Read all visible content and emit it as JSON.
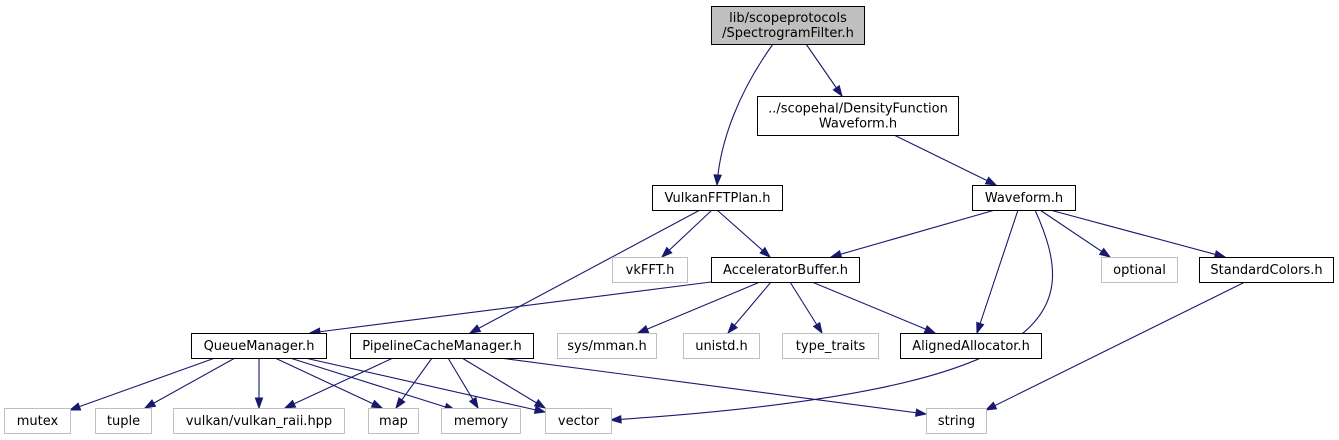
{
  "colors": {
    "edge": "#191970",
    "root_fill": "#bfbfbf",
    "node_border": "#000000",
    "external_border": "#bfbfbf",
    "node_fill": "#ffffff",
    "text": "#000000"
  },
  "nodes": [
    {
      "id": "spectrogram",
      "kind": "root",
      "lines": [
        "lib/scopeprotocols",
        "/SpectrogramFilter.h"
      ]
    },
    {
      "id": "densityfn",
      "kind": "internal",
      "lines": [
        "../scopehal/DensityFunction",
        "Waveform.h"
      ]
    },
    {
      "id": "vulkanfftplan",
      "kind": "internal",
      "lines": [
        "VulkanFFTPlan.h"
      ]
    },
    {
      "id": "waveform",
      "kind": "internal",
      "lines": [
        "Waveform.h"
      ]
    },
    {
      "id": "vkfft",
      "kind": "external",
      "lines": [
        "vkFFT.h"
      ]
    },
    {
      "id": "accelbuffer",
      "kind": "internal",
      "lines": [
        "AcceleratorBuffer.h"
      ]
    },
    {
      "id": "optional",
      "kind": "external",
      "lines": [
        "optional"
      ]
    },
    {
      "id": "standardcolors",
      "kind": "internal",
      "lines": [
        "StandardColors.h"
      ]
    },
    {
      "id": "queuemanager",
      "kind": "internal",
      "lines": [
        "QueueManager.h"
      ]
    },
    {
      "id": "pipelinecache",
      "kind": "internal",
      "lines": [
        "PipelineCacheManager.h"
      ]
    },
    {
      "id": "sysmman",
      "kind": "external",
      "lines": [
        "sys/mman.h"
      ]
    },
    {
      "id": "unistd",
      "kind": "external",
      "lines": [
        "unistd.h"
      ]
    },
    {
      "id": "typetraits",
      "kind": "external",
      "lines": [
        "type_traits"
      ]
    },
    {
      "id": "alignedalloc",
      "kind": "internal",
      "lines": [
        "AlignedAllocator.h"
      ]
    },
    {
      "id": "mutex",
      "kind": "external",
      "lines": [
        "mutex"
      ]
    },
    {
      "id": "tuple",
      "kind": "external",
      "lines": [
        "tuple"
      ]
    },
    {
      "id": "vulkanraii",
      "kind": "external",
      "lines": [
        "vulkan/vulkan_raii.hpp"
      ]
    },
    {
      "id": "map",
      "kind": "external",
      "lines": [
        "map"
      ]
    },
    {
      "id": "memory",
      "kind": "external",
      "lines": [
        "memory"
      ]
    },
    {
      "id": "vector",
      "kind": "external",
      "lines": [
        "vector"
      ]
    },
    {
      "id": "string",
      "kind": "external",
      "lines": [
        "string"
      ]
    }
  ],
  "edges": [
    {
      "from": "spectrogram",
      "to": "vulkanfftplan"
    },
    {
      "from": "spectrogram",
      "to": "densityfn"
    },
    {
      "from": "densityfn",
      "to": "waveform"
    },
    {
      "from": "vulkanfftplan",
      "to": "vkfft"
    },
    {
      "from": "vulkanfftplan",
      "to": "accelbuffer"
    },
    {
      "from": "vulkanfftplan",
      "to": "pipelinecache"
    },
    {
      "from": "waveform",
      "to": "accelbuffer"
    },
    {
      "from": "waveform",
      "to": "alignedalloc"
    },
    {
      "from": "waveform",
      "to": "vector"
    },
    {
      "from": "waveform",
      "to": "optional"
    },
    {
      "from": "waveform",
      "to": "standardcolors"
    },
    {
      "from": "standardcolors",
      "to": "string"
    },
    {
      "from": "accelbuffer",
      "to": "queuemanager"
    },
    {
      "from": "accelbuffer",
      "to": "sysmman"
    },
    {
      "from": "accelbuffer",
      "to": "unistd"
    },
    {
      "from": "accelbuffer",
      "to": "typetraits"
    },
    {
      "from": "accelbuffer",
      "to": "alignedalloc"
    },
    {
      "from": "queuemanager",
      "to": "mutex"
    },
    {
      "from": "queuemanager",
      "to": "tuple"
    },
    {
      "from": "queuemanager",
      "to": "vulkanraii"
    },
    {
      "from": "queuemanager",
      "to": "map"
    },
    {
      "from": "queuemanager",
      "to": "memory"
    },
    {
      "from": "queuemanager",
      "to": "vector"
    },
    {
      "from": "pipelinecache",
      "to": "vulkanraii"
    },
    {
      "from": "pipelinecache",
      "to": "map"
    },
    {
      "from": "pipelinecache",
      "to": "memory"
    },
    {
      "from": "pipelinecache",
      "to": "vector"
    },
    {
      "from": "pipelinecache",
      "to": "string"
    }
  ]
}
